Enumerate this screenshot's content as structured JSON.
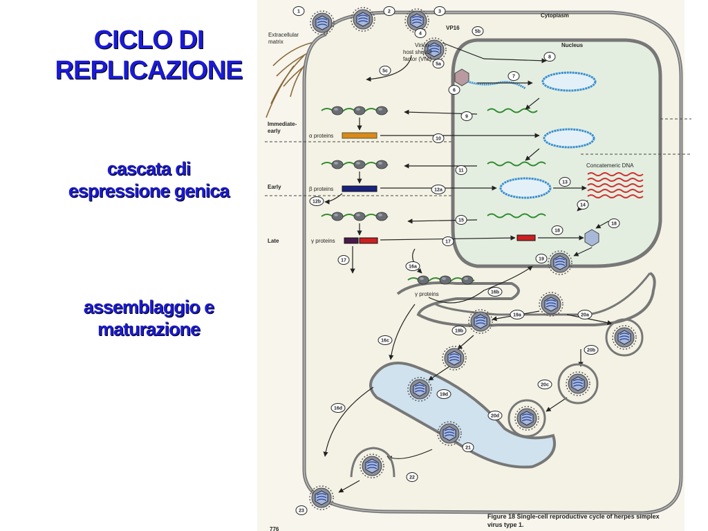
{
  "slide": {
    "title_line1": "CICLO DI",
    "title_line2": "REPLICAZIONE",
    "subtitle1_line1": "cascata di",
    "subtitle1_line2": "espressione genica",
    "subtitle2_line1": "assemblaggio e",
    "subtitle2_line2": "maturazione"
  },
  "figure": {
    "cytoplasm": "Cytoplasm",
    "nucleus": "Nucleus",
    "extracellular_1": "Extracellular",
    "extracellular_2": "matrix",
    "vp16": "VP16",
    "vhs_1": "Virion",
    "vhs_2": "host shutoff",
    "vhs_3": "factor (Vhs)",
    "ie_1": "Immediate-",
    "ie_2": "early",
    "early": "Early",
    "late": "Late",
    "alpha": "α proteins",
    "beta": "β proteins",
    "gamma": "γ proteins",
    "gamma2": "γ proteins",
    "concatemeric": "Concatemeric DNA",
    "caption_1": "Figure 18  Single-cell reproductive cycle of herpes simplex",
    "caption_2": "virus type 1.",
    "page_no": "776",
    "steps": [
      "1",
      "2",
      "3",
      "4",
      "5a",
      "5b",
      "5c",
      "6",
      "7",
      "8",
      "9",
      "10",
      "11",
      "12a",
      "12b",
      "13",
      "14",
      "15",
      "16a",
      "16b",
      "16c",
      "16d",
      "17",
      "17",
      "18",
      "18",
      "19",
      "19a",
      "19b",
      "19d",
      "20a",
      "20b",
      "20c",
      "20d",
      "21",
      "22",
      "23"
    ]
  },
  "colors": {
    "title": "#1a1ad6",
    "cell_fill": "#f4f2e4",
    "nucleus_fill": "#e4eee0",
    "er_fill": "#cfe2ee",
    "alpha_bar": "#d98a1a",
    "beta_bar": "#1a237e",
    "gamma_bar_1": "#4a1a4a",
    "gamma_bar_2": "#cc2020",
    "dna": "#3a8fd0",
    "mrna": "#2e8b2e",
    "concat_dna": "#d03030"
  }
}
